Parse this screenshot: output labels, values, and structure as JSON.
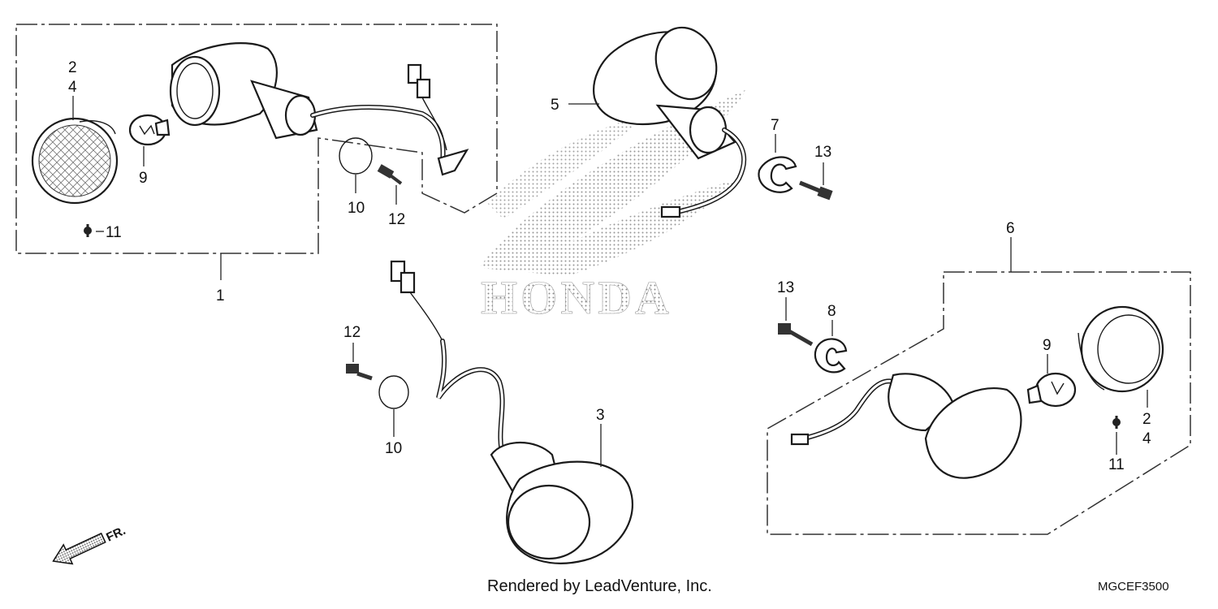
{
  "diagram": {
    "watermark_text": "HONDA",
    "front_indicator": "FR.",
    "credit": "Rendered by LeadVenture, Inc.",
    "figure_code": "MGCEF3500",
    "callouts": {
      "c1": "1",
      "c2a": "2",
      "c4a": "4",
      "c9a": "9",
      "c11a": "11",
      "c10a": "10",
      "c12a": "12",
      "c5": "5",
      "c7": "7",
      "c13a": "13",
      "c6": "6",
      "c13b": "13",
      "c8": "8",
      "c12b": "12",
      "c10b": "10",
      "c3": "3",
      "c9b": "9",
      "c2b": "2",
      "c4b": "4",
      "c11b": "11"
    }
  }
}
